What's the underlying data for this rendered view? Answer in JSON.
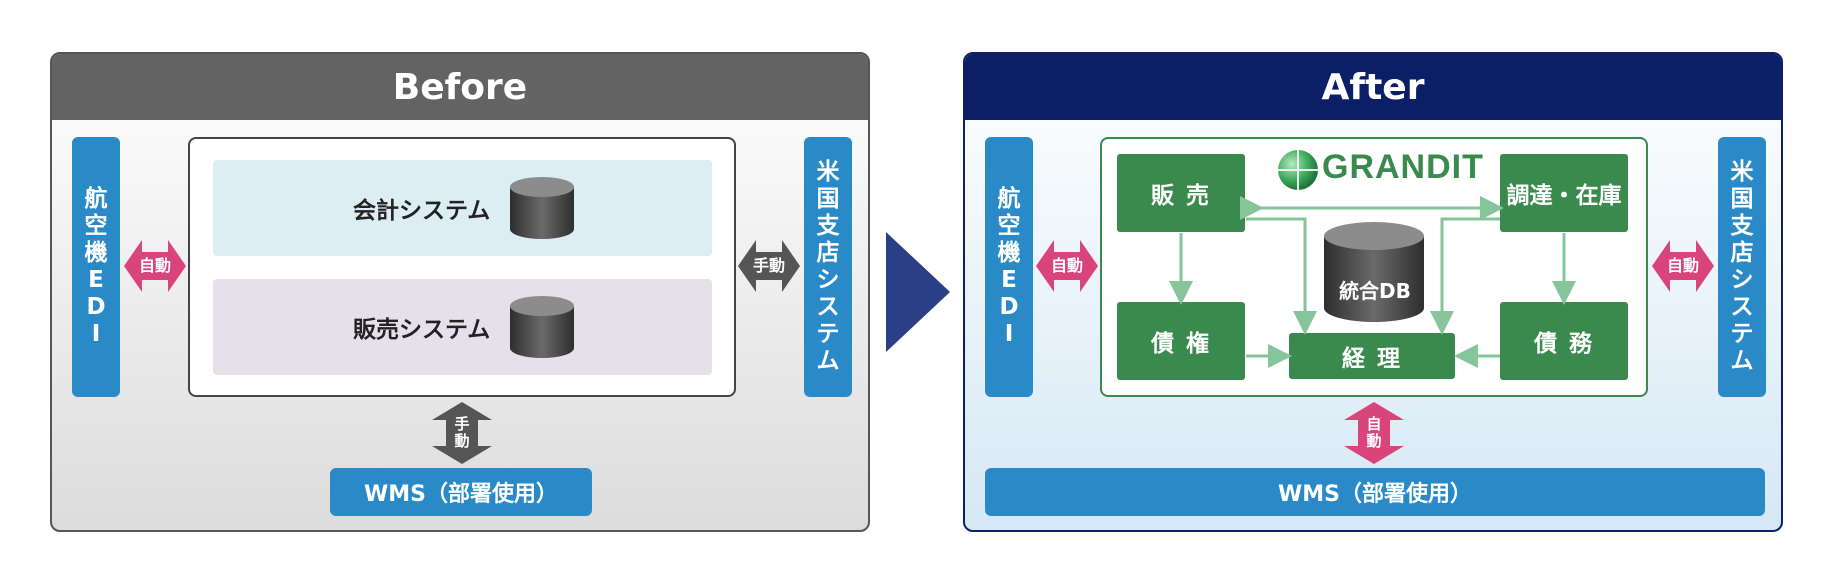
{
  "before": {
    "title": "Before",
    "left_system": "航空機EDI",
    "right_system": "米国支店システム",
    "right_arrow_label": "手動",
    "bottom_arrow_label": "手動",
    "systems": [
      {
        "label": "会計システム",
        "color": "#dcedf3"
      },
      {
        "label": "販売システム",
        "color": "#e6e0ea"
      }
    ],
    "wms": "WMS（部署使用）",
    "left_arrow_label": "自動"
  },
  "after": {
    "title": "After",
    "left_system": "航空機EDI",
    "right_system": "米国支店システム",
    "left_arrow_label": "自動",
    "right_arrow_label": "自動",
    "bottom_arrow_label": "自動",
    "logo": "GRANDIT",
    "modules": {
      "sales": "販 売",
      "procurement": "調達・在庫",
      "receivables": "債 権",
      "payables": "債 務",
      "accounting": "経 理"
    },
    "db": "統合DB",
    "wms": "WMS（部署使用）"
  },
  "colors": {
    "before_header": "#636363",
    "after_header": "#0b1f66",
    "system_blue": "#2a8ac8",
    "auto_arrow": "#d9457a",
    "manual_arrow": "#555555",
    "grandit_green": "#3a8a4e",
    "flow_arrow": "#86c49a",
    "chevron": "#2b3f86"
  }
}
